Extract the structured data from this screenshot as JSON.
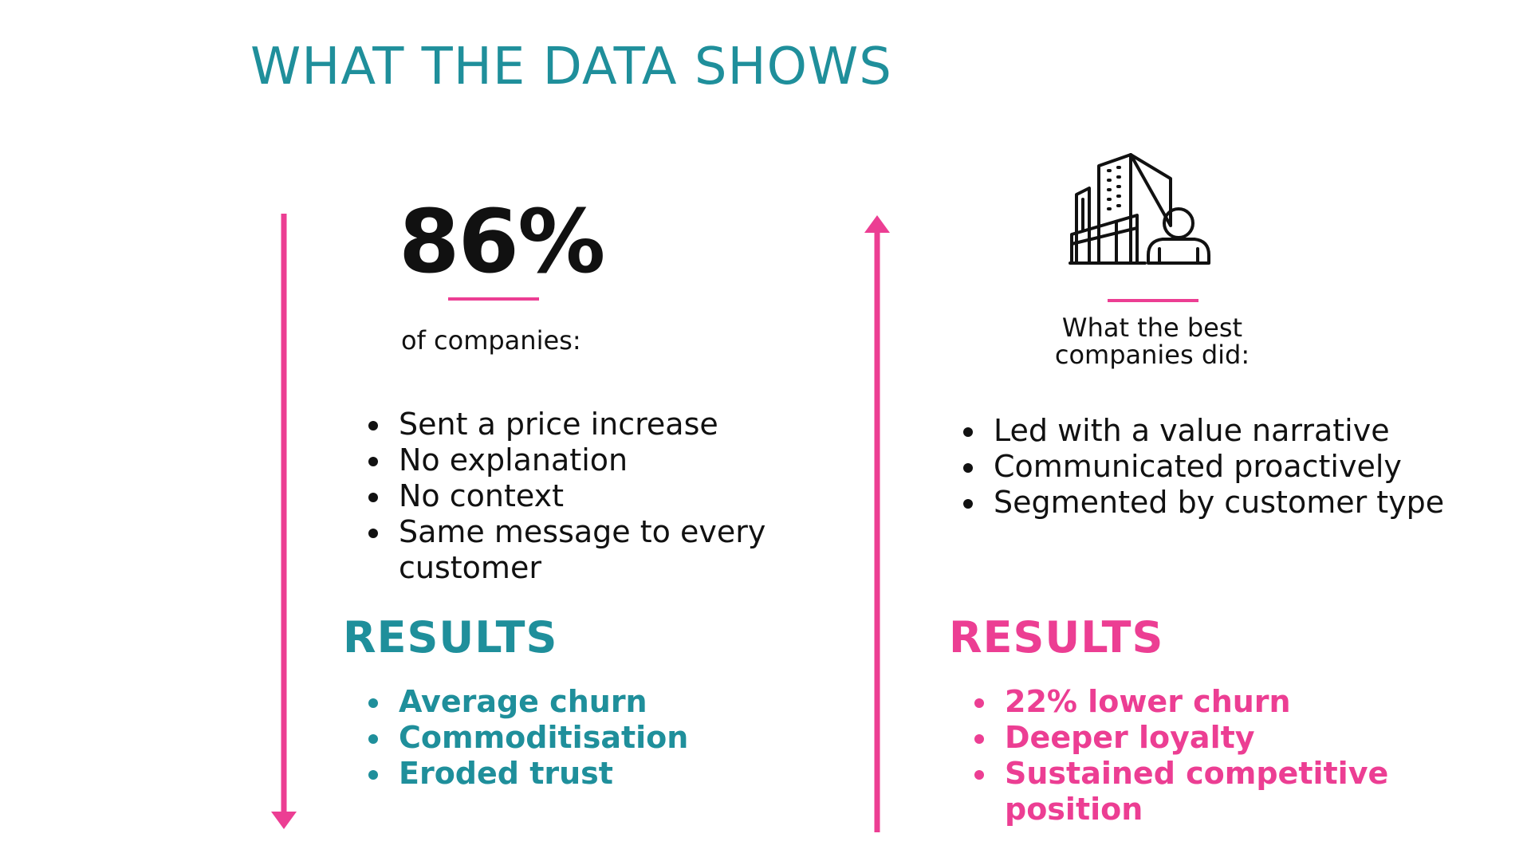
{
  "title": "WHAT THE DATA SHOWS",
  "colors": {
    "teal": "#1f8f9b",
    "pink": "#ec3e93",
    "text": "#111111"
  },
  "left": {
    "stat": "86%",
    "caption": "of companies:",
    "bullets": [
      "Sent a price increase",
      "No explanation",
      "No context",
      "Same message to every customer"
    ],
    "results_heading": "RESULTS",
    "results": [
      "Average churn",
      "Commoditisation",
      "Eroded trust"
    ],
    "arrow_direction": "down"
  },
  "right": {
    "icon": "building-person-icon",
    "caption_line1": "What the best",
    "caption_line2": "companies did:",
    "bullets": [
      "Led with a value narrative",
      "Communicated proactively",
      "Segmented by customer type"
    ],
    "results_heading": "RESULTS",
    "results": [
      "22% lower churn",
      "Deeper loyalty",
      "Sustained competitive position"
    ],
    "arrow_direction": "up"
  }
}
